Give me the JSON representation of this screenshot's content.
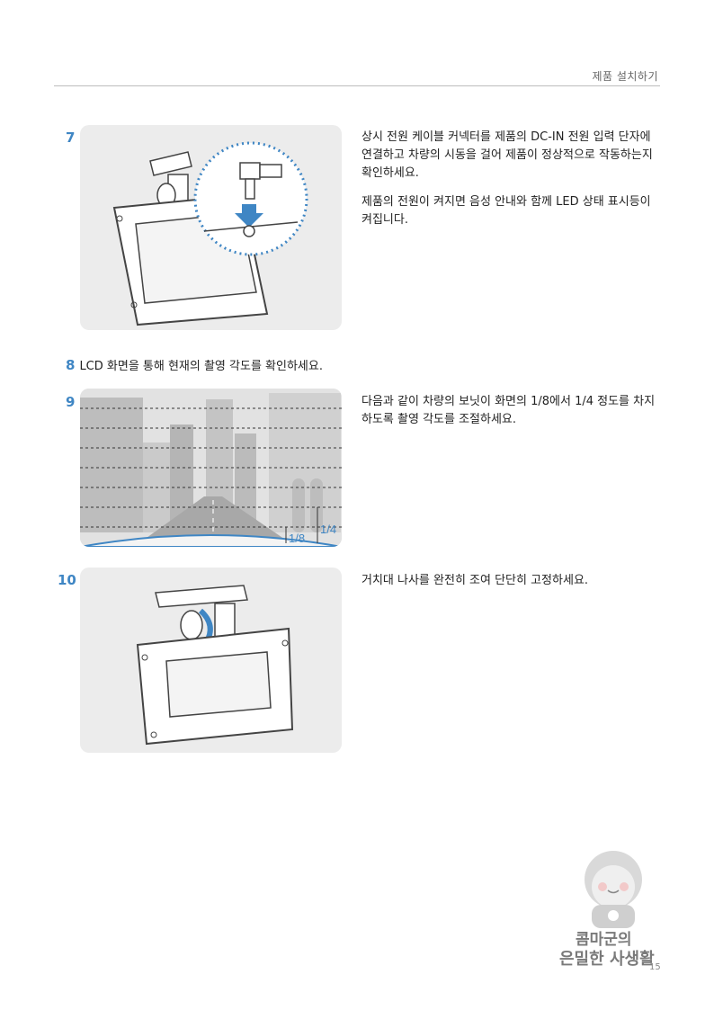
{
  "header": {
    "title": "제품 설치하기"
  },
  "steps": {
    "s7": {
      "num": "7",
      "p1": "상시 전원 케이블 커넥터를 제품의 DC-IN 전원 입력 단자에 연결하고 차량의 시동을 걸어 제품이 정상적으로 작동하는지 확인하세요.",
      "p2": "제품의 전원이 켜지면 음성 안내와 함께 LED 상태 표시등이 켜집니다."
    },
    "s8": {
      "num": "8",
      "text": "LCD 화면을 통해 현재의 촬영 각도를 확인하세요."
    },
    "s9": {
      "num": "9",
      "text": "다음과 같이 차량의 보닛이 화면의 1/8에서 1/4 정도를 차지하도록 촬영 각도를 조절하세요.",
      "label_eighth": "1/8",
      "label_quarter": "1/4"
    },
    "s10": {
      "num": "10",
      "text": "거치대 나사를 완전히 조여 단단히 고정하세요."
    }
  },
  "watermark": {
    "line1": "콤마군의",
    "line2": "은밀한 사생활"
  },
  "page_number": "15",
  "colors": {
    "accent": "#3f86c4",
    "panel": "#ececec",
    "rule": "#bdbdbd"
  }
}
